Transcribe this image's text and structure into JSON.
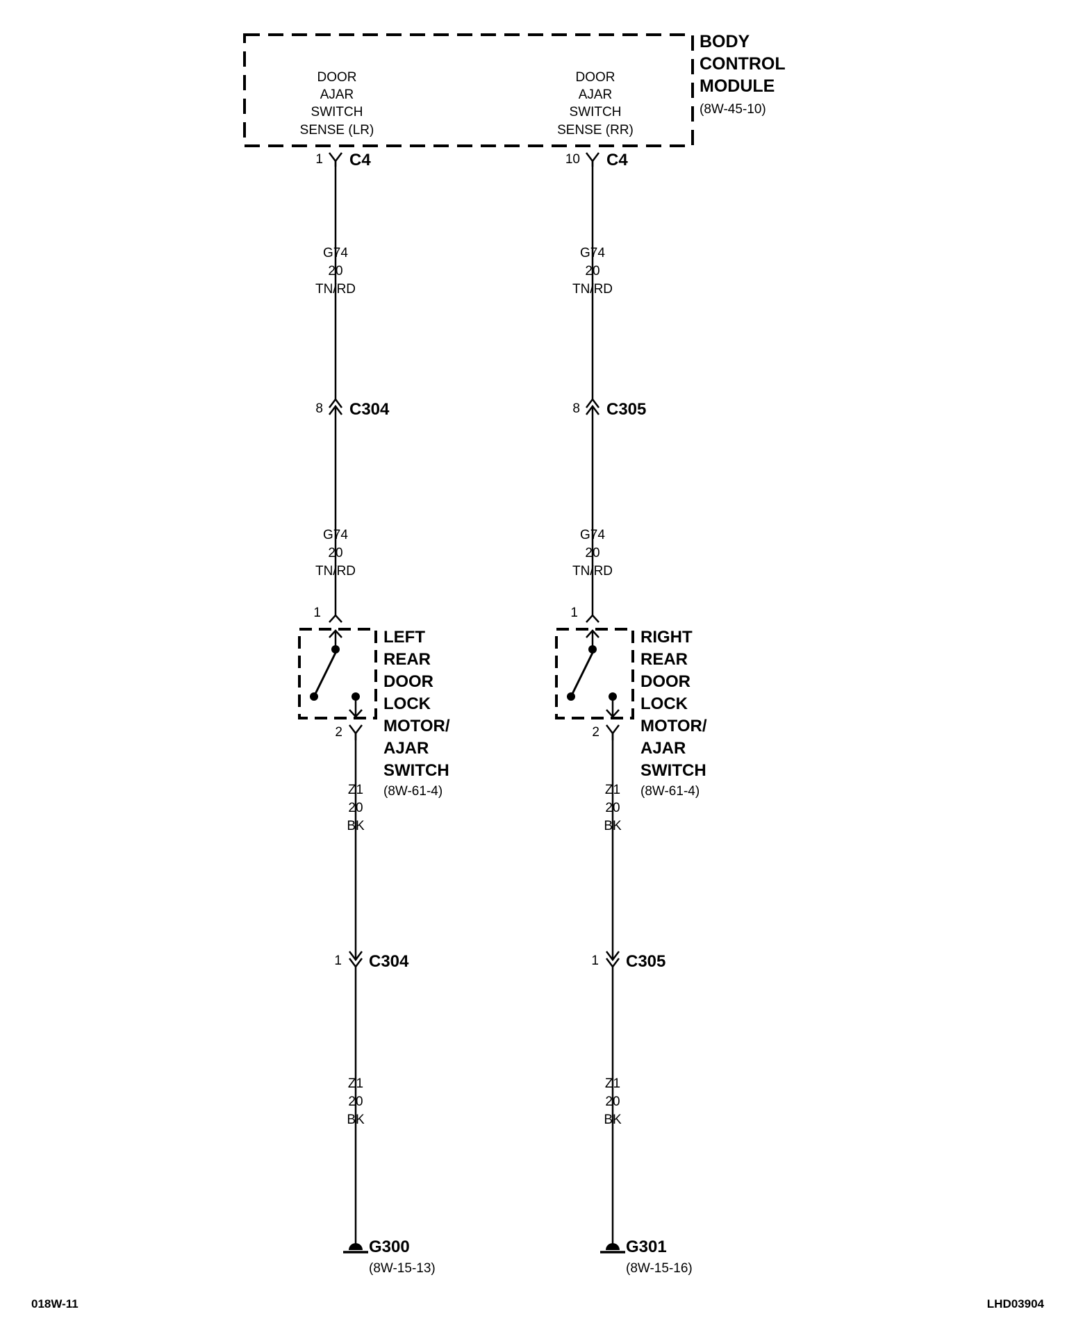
{
  "module": {
    "name_lines": [
      "BODY",
      "CONTROL",
      "MODULE"
    ],
    "ref": "(8W-45-10)",
    "left_pin_label": [
      "DOOR",
      "AJAR",
      "SWITCH",
      "SENSE (LR)"
    ],
    "right_pin_label": [
      "DOOR",
      "AJAR",
      "SWITCH",
      "SENSE (RR)"
    ]
  },
  "left": {
    "c4_pin": "1",
    "c4_name": "C4",
    "wire_top": [
      "G74",
      "20",
      "TN/RD"
    ],
    "inline_pin": "8",
    "inline_name": "C304",
    "wire_mid": [
      "G74",
      "20",
      "TN/RD"
    ],
    "switch_pin_in": "1",
    "switch_pin_out": "2",
    "switch_name": [
      "LEFT",
      "REAR",
      "DOOR",
      "LOCK",
      "MOTOR/",
      "AJAR",
      "SWITCH"
    ],
    "switch_ref": "(8W-61-4)",
    "wire_low": [
      "Z1",
      "20",
      "BK"
    ],
    "lower_pin": "1",
    "lower_name": "C304",
    "wire_ground": [
      "Z1",
      "20",
      "BK"
    ],
    "ground_name": "G300",
    "ground_ref": "(8W-15-13)"
  },
  "right": {
    "c4_pin": "10",
    "c4_name": "C4",
    "wire_top": [
      "G74",
      "20",
      "TN/RD"
    ],
    "inline_pin": "8",
    "inline_name": "C305",
    "wire_mid": [
      "G74",
      "20",
      "TN/RD"
    ],
    "switch_pin_in": "1",
    "switch_pin_out": "2",
    "switch_name": [
      "RIGHT",
      "REAR",
      "DOOR",
      "LOCK",
      "MOTOR/",
      "AJAR",
      "SWITCH"
    ],
    "switch_ref": "(8W-61-4)",
    "wire_low": [
      "Z1",
      "20",
      "BK"
    ],
    "lower_pin": "1",
    "lower_name": "C305",
    "wire_ground": [
      "Z1",
      "20",
      "BK"
    ],
    "ground_name": "G301",
    "ground_ref": "(8W-15-16)"
  },
  "footer": {
    "left_code": "018W-11",
    "right_code": "LHD03904"
  }
}
